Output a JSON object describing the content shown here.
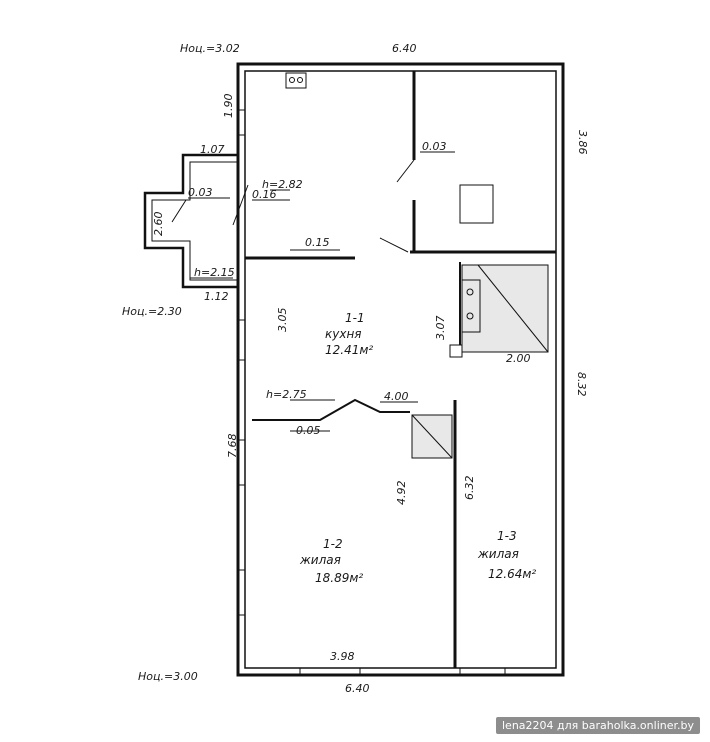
{
  "labels": {
    "noc_top": "Ноц.=3.02",
    "noc_left": "Ноц.=2.30",
    "noc_bottom": "Ноц.=3.00",
    "dim_top": "6.40",
    "dim_bottom": "6.40",
    "dim_190": "1.90",
    "dim_386": "3.86",
    "dim_832": "8.32",
    "dim_107": "1.07",
    "dim_003a": "0.03",
    "dim_260": "2.60",
    "dim_h215": "h=2.15",
    "dim_112": "1.12",
    "dim_h282": "h=2.82",
    "dim_016": "0.16",
    "dim_003b": "0.03",
    "dim_015": "0.15",
    "dim_305": "3.05",
    "dim_307": "3.07",
    "dim_200": "2.00",
    "dim_h275": "h=2.75",
    "dim_400": "4.00",
    "dim_005": "0.05",
    "dim_768": "7.68",
    "dim_492": "4.92",
    "dim_632": "6.32",
    "dim_398": "3.98"
  },
  "rooms": {
    "r1_num": "1-1",
    "r1_name": "кухня",
    "r1_area": "12.41м²",
    "r2_num": "1-2",
    "r2_name": "жилая",
    "r2_area": "18.89м²",
    "r3_num": "1-3",
    "r3_name": "жилая",
    "r3_area": "12.64м²"
  },
  "watermark": "lena2204 для baraholka.onliner.by"
}
